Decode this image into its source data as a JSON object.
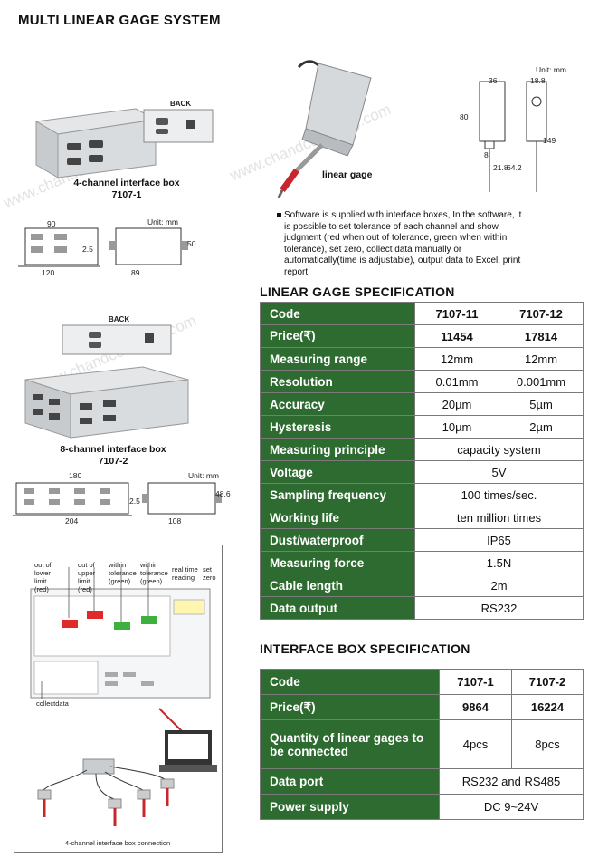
{
  "title": "MULTI LINEAR GAGE SYSTEM",
  "watermark": "www.chandcompany.com",
  "unit_label": "Unit: mm",
  "box4": {
    "back_label": "BACK",
    "caption": "4-channel interface box",
    "model": "7107-1",
    "dims": {
      "width_top": "90",
      "width_bottom": "120",
      "height_small": "2.5",
      "side_height": "50",
      "side_width": "89"
    }
  },
  "box8": {
    "back_label": "BACK",
    "caption": "8-channel interface box",
    "model": "7107-2",
    "dims": {
      "width_top": "180",
      "width_bottom": "204",
      "height_small": "2.5",
      "side_height": "48.6",
      "side_width": "108"
    }
  },
  "gage": {
    "caption": "linear gage",
    "dims": {
      "w1": "36",
      "w2": "18.8",
      "h1": "80",
      "h2": "149",
      "d1": "8",
      "d2": "21.8",
      "d3": "64.2"
    }
  },
  "note": "Software is supplied with interface boxes, In the software, it is possible to set tolerance of each channel and show judgment (red when out of tolerance, green when within tolerance), set zero, collect data manually or automatically(time is adjustable), output data to Excel, print report",
  "screen": {
    "annotations": [
      "out of lower limit (red)",
      "out of upper limit (red)",
      "within tolerance (green)",
      "within tolerance (green)",
      "real time reading",
      "set zero"
    ],
    "collect": "collectdata",
    "connection_caption": "4-channel interface box connection"
  },
  "linear_spec": {
    "title": "LINEAR GAGE SPECIFICATION",
    "rows": [
      {
        "label": "Code",
        "v1": "7107-11",
        "v2": "7107-12"
      },
      {
        "label": "Price(₹)",
        "v1": "11454",
        "v2": "17814"
      },
      {
        "label": "Measuring range",
        "v1": "12mm",
        "v2": "12mm"
      },
      {
        "label": "Resolution",
        "v1": "0.01mm",
        "v2": "0.001mm"
      },
      {
        "label": "Accuracy",
        "v1": "20µm",
        "v2": "5µm"
      },
      {
        "label": "Hysteresis",
        "v1": "10µm",
        "v2": "2µm"
      },
      {
        "label": "Measuring principle",
        "v": "capacity system"
      },
      {
        "label": "Voltage",
        "v": "5V"
      },
      {
        "label": "Sampling frequency",
        "v": "100 times/sec."
      },
      {
        "label": "Working life",
        "v": "ten million times"
      },
      {
        "label": "Dust/waterproof",
        "v": "IP65"
      },
      {
        "label": "Measuring force",
        "v": "1.5N"
      },
      {
        "label": "Cable length",
        "v": "2m"
      },
      {
        "label": "Data output",
        "v": "RS232"
      }
    ]
  },
  "interface_spec": {
    "title": "INTERFACE BOX SPECIFICATION",
    "rows": [
      {
        "label": "Code",
        "v1": "7107-1",
        "v2": "7107-2"
      },
      {
        "label": "Price(₹)",
        "v1": "9864",
        "v2": "16224"
      },
      {
        "label": "Quantity of linear gages to be connected",
        "v1": "4pcs",
        "v2": "8pcs"
      },
      {
        "label": "Data port",
        "v": "RS232 and RS485"
      },
      {
        "label": "Power supply",
        "v": "DC 9~24V"
      }
    ]
  }
}
